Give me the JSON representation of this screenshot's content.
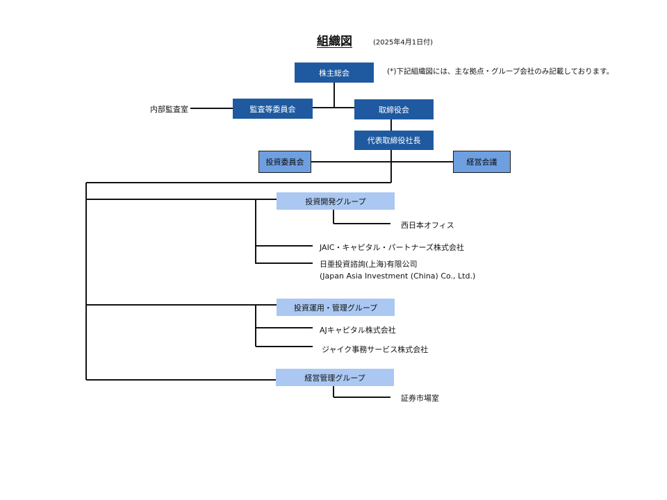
{
  "title": "組織図",
  "date": "(2025年4月1日付)",
  "note": "(*)下記組織図には、主な拠点・グループ会社のみ記載しております。",
  "nodes": {
    "shareholders": "株主総会",
    "audit_committee": "監査等委員会",
    "internal_audit": "内部監査室",
    "board": "取締役会",
    "president": "代表取締役社長",
    "investment_committee": "投資委員会",
    "management_meeting": "経営会議",
    "investment_dev_group": "投資開発グループ",
    "west_japan_office": "西日本オフィス",
    "jaic_capital": "JAIC・キャピタル・パートナーズ株式会社",
    "china_company": "日亜投資諮詢(上海)有限公司",
    "china_company_en": "(Japan Asia Investment (China) Co., Ltd.)",
    "operations_group": "投資運用・管理グループ",
    "aj_capital": "AJキャピタル株式会社",
    "jaic_services": "ジャイク事務サービス株式会社",
    "management_group": "経営管理グループ",
    "securities_office": "証券市場室"
  },
  "colors": {
    "executive_box": "#1f5aa0",
    "committee_box": "#6e9fe0",
    "group_box": "#aac8f2",
    "line": "#111111"
  }
}
